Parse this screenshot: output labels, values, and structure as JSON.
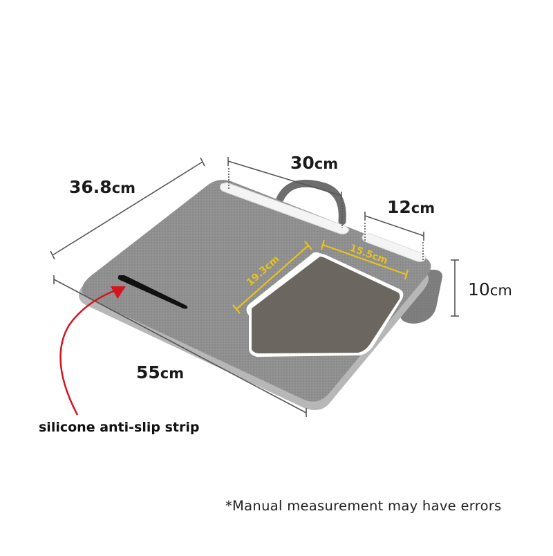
{
  "product": "Lap desk with mouse pad, handle and slots",
  "colors": {
    "background": "#ffffff",
    "board_surface": "#8e8e8e",
    "board_edge": "#b9b9b9",
    "mouse_pad": "#6b6660",
    "slot": "#f4f4f4",
    "dimension_line": "#555555",
    "yellow_accent": "#e8c21c",
    "arrow_red": "#d4141e",
    "text": "#1a1a1a"
  },
  "dimensions": {
    "depth": {
      "value": "36.8",
      "unit": "cm"
    },
    "width": {
      "value": "55",
      "unit": "cm"
    },
    "height": {
      "value": "10",
      "unit": "cm"
    },
    "long_slot": {
      "value": "30",
      "unit": "cm"
    },
    "short_slot": {
      "value": "12",
      "unit": "cm"
    },
    "pad_width": {
      "label": "15.5cm"
    },
    "pad_depth": {
      "label": "19.3cm"
    }
  },
  "callout": {
    "label": "silicone anti-slip strip"
  },
  "footnote": "*Manual measurement may have errors"
}
